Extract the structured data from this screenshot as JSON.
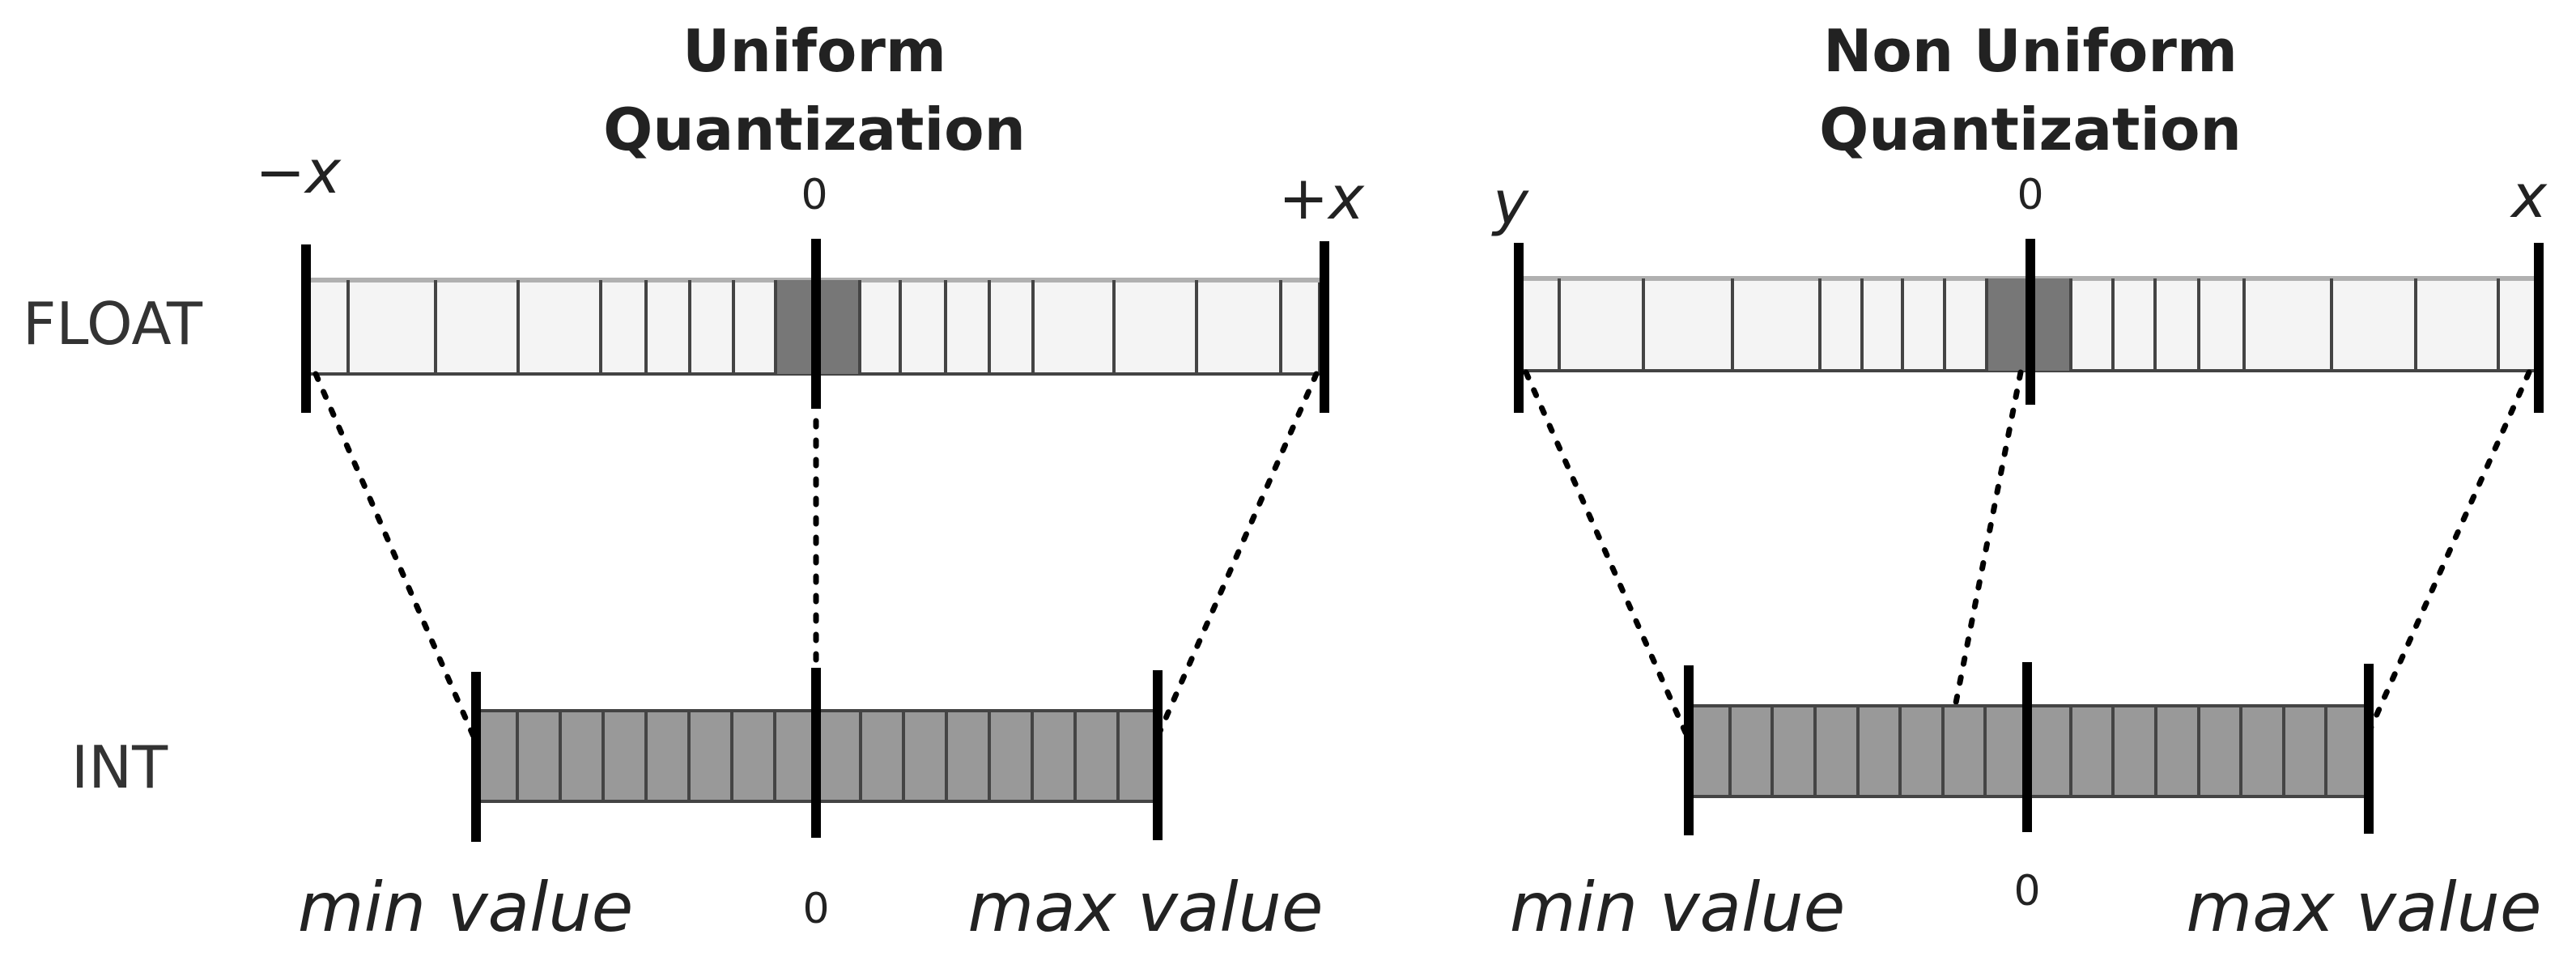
{
  "row_labels": {
    "float": "FLOAT",
    "int": "INT"
  },
  "colors": {
    "float_bar_fill": "#f4f4f4",
    "float_bar_top": "#b0b0b0",
    "float_zero_cell": "#777777",
    "int_bar_fill": "#999999",
    "cell_line": "#444444",
    "marker": "#000000"
  },
  "panels": [
    {
      "id": "uniform",
      "title_line1": "Uniform",
      "title_line2": "Quantization",
      "float_left_label": "−x",
      "float_zero_label": "0",
      "float_right_label": "+x",
      "int_min_label": "min value",
      "int_zero_label": "0",
      "int_max_label": "max value"
    },
    {
      "id": "non-uniform",
      "title_line1": "Non Uniform",
      "title_line2": "Quantization",
      "float_left_label": "y",
      "float_zero_label": "0",
      "float_right_label": "x",
      "int_min_label": "min value",
      "int_zero_label": "0",
      "int_max_label": "max value"
    }
  ]
}
